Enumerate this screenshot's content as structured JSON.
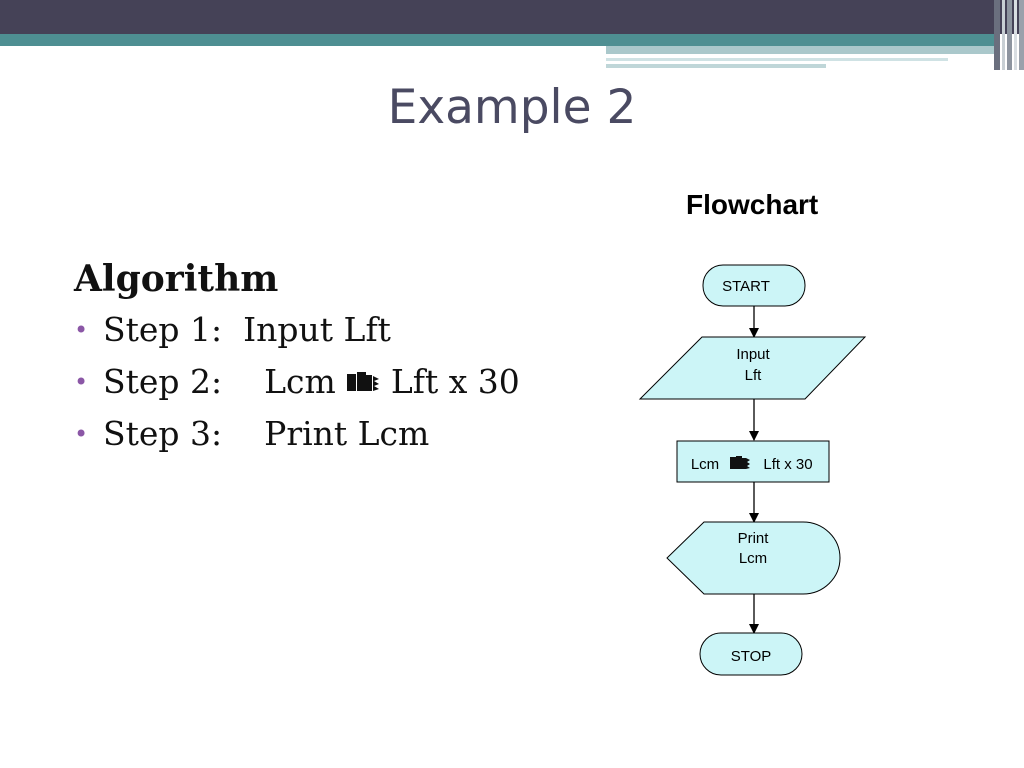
{
  "slide": {
    "title": "Example 2",
    "colors": {
      "header_dark": "#454257",
      "header_teal": "#4e8f92",
      "bullet": "#8b57a6",
      "shape_fill": "#ccf5f7"
    }
  },
  "algorithm": {
    "heading": "Algorithm",
    "steps": [
      {
        "label": "Step 1:",
        "text": "Input Lft"
      },
      {
        "label": "Step 2:",
        "text": "Lcm",
        "symbol": "assign-arrow-icon",
        "text_after": "Lft x 30"
      },
      {
        "label": "Step 3:",
        "text": "Print Lcm"
      }
    ]
  },
  "flowchart": {
    "label": "Flowchart",
    "start": "START",
    "input_line1": "Input",
    "input_line2": "Lft",
    "process_left": "Lcm",
    "process_right": "Lft x 30",
    "output_line1": "Print",
    "output_line2": "Lcm",
    "stop": "STOP"
  }
}
